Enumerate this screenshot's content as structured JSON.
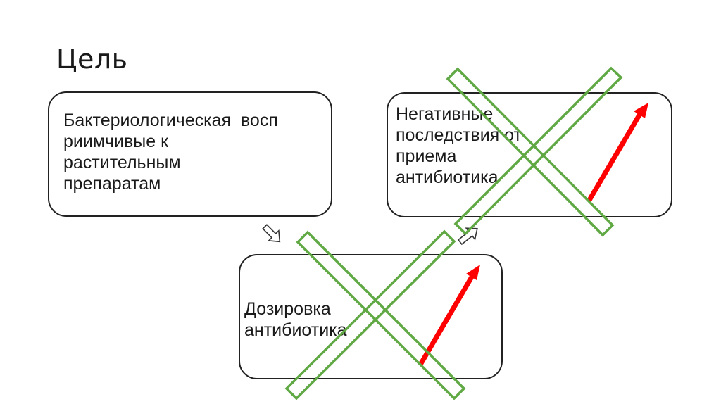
{
  "slide": {
    "title": "Цель",
    "boxes": {
      "bacteriological": {
        "lines": [
          "Бактериологическая  восп",
          "риимчивые к",
          "растительным",
          "препаратам"
        ]
      },
      "negative": {
        "lines": [
          "Негативные",
          "последствия от",
          "приема",
          "антибиотика"
        ]
      },
      "dosage": {
        "lines": [
          "Дозировка",
          "антибиотика"
        ]
      }
    },
    "colors": {
      "cross": "#5fa843",
      "trend_arrow": "#ff0000",
      "box_border": "#222222",
      "flow_arrow": "#333333"
    },
    "icons": {
      "flow_arrow_down": "hollow-arrow-down-right",
      "flow_arrow_up": "hollow-arrow-up-right",
      "trend_arrow": "red-arrow-up",
      "cross": "green-x"
    }
  }
}
